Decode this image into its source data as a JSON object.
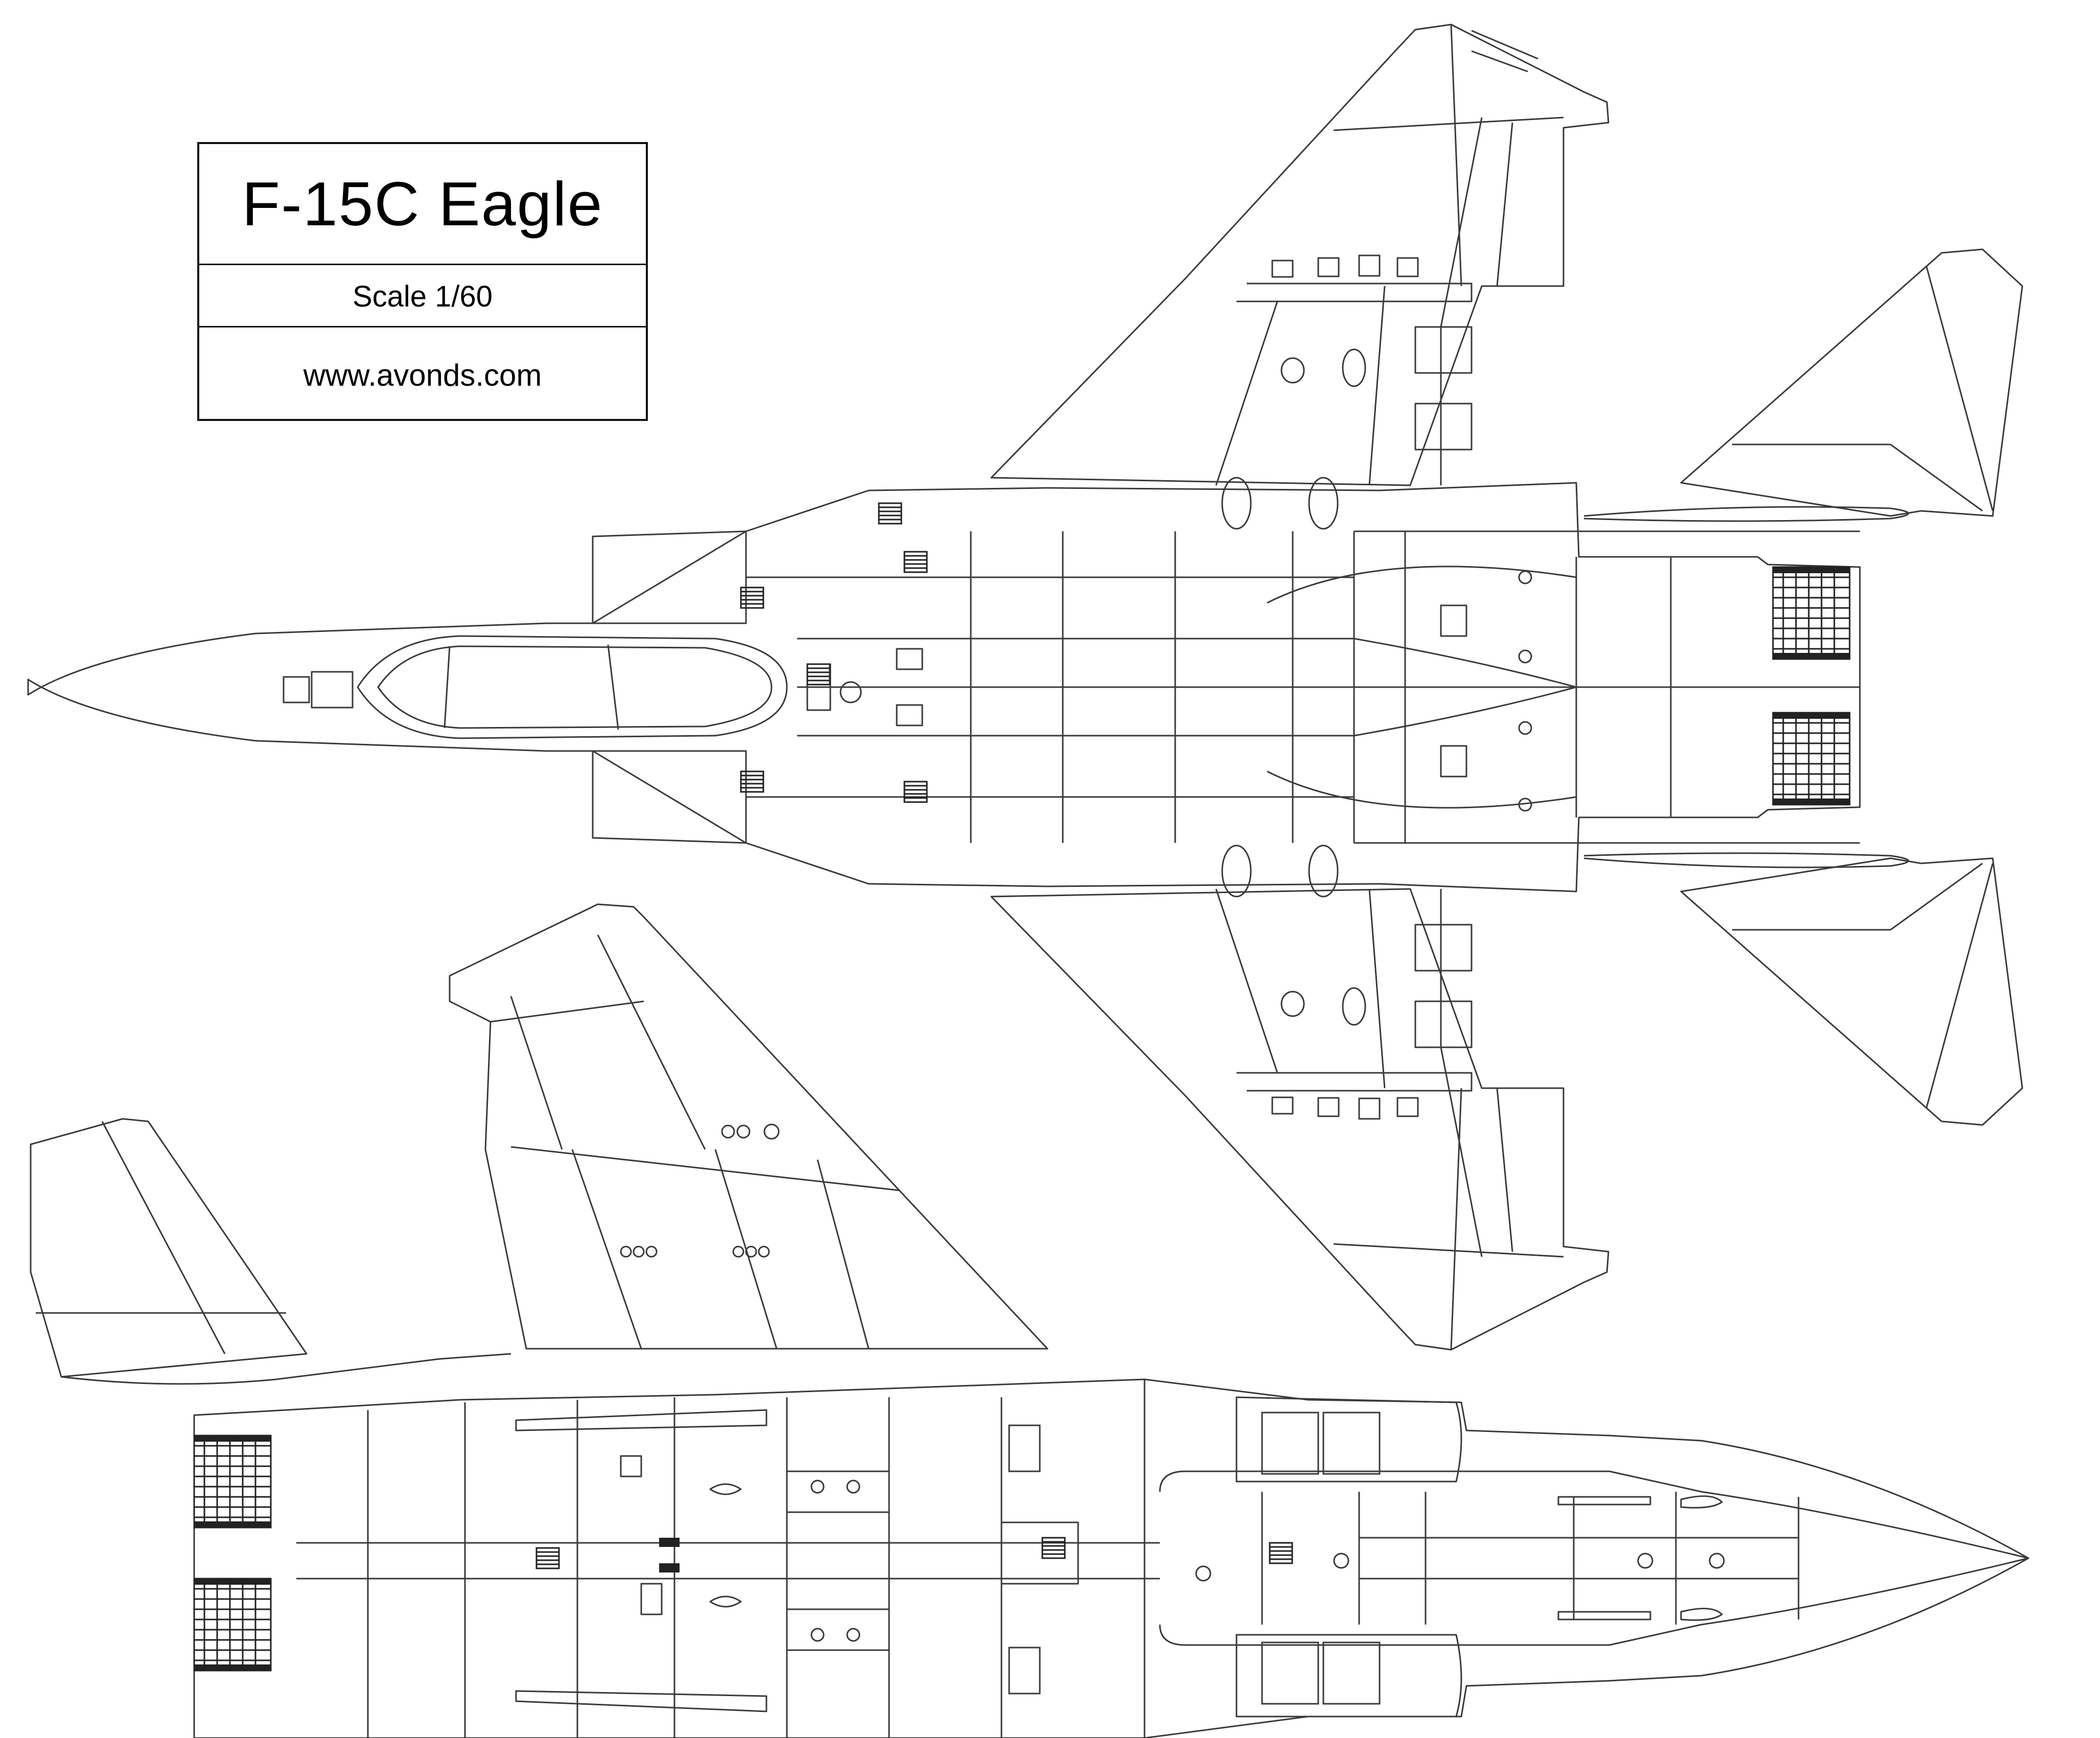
{
  "title_block": {
    "title": "F-15C Eagle",
    "scale": "Scale  1/60",
    "website": "www.avonds.com"
  },
  "views": [
    "top-view",
    "bottom-view"
  ],
  "colors": {
    "line": "#3a3a3a",
    "background": "#ffffff",
    "dark_detail": "#222222"
  }
}
